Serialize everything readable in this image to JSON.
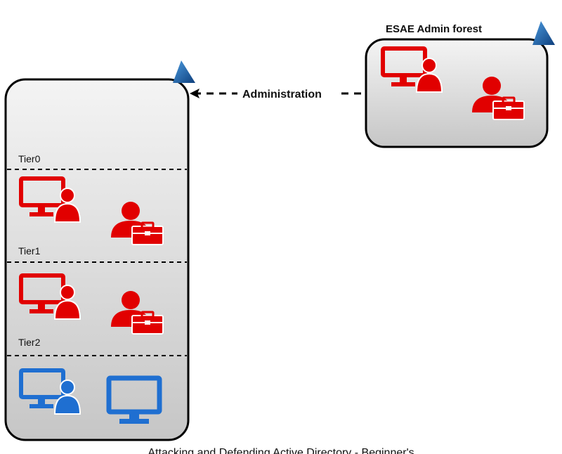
{
  "esae_forest": {
    "title": "ESAE Admin forest"
  },
  "connector": {
    "label": "Administration"
  },
  "tiers": [
    {
      "label": "Tier0"
    },
    {
      "label": "Tier1"
    },
    {
      "label": "Tier2"
    }
  ],
  "caption": "Attacking and Defending Active Directory - Beginner's",
  "colors": {
    "admin_red": "#e10000",
    "user_blue": "#1f6fd1",
    "triangle_blue": "#1e5fa8"
  },
  "icons": [
    "triangle-icon",
    "monitor-user-icon",
    "admin-user-toolbox-icon",
    "monitor-icon"
  ]
}
